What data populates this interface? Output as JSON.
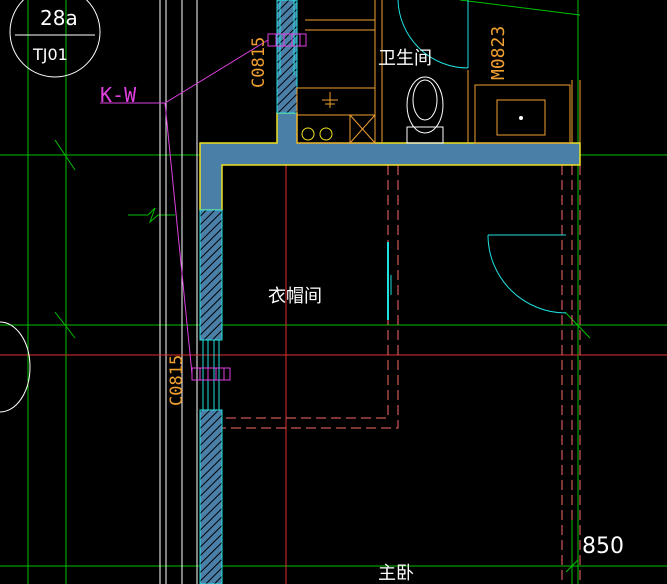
{
  "grid_bubble": {
    "number": "28a"
  },
  "labels": {
    "tj01": "TJ01",
    "kw": "K-W",
    "bathroom": "卫生间",
    "door_code": "M0823",
    "cloakroom": "衣帽间",
    "master_bedroom": "主卧",
    "dimension": "850",
    "window_code_top": "C0815",
    "window_code_left": "C0815"
  },
  "colors": {
    "background": "#000000",
    "wall_fill": "#4a7fa8",
    "wall_outline": "#f0e020",
    "grid_line": "#00c000",
    "axis_red": "#e03030",
    "partition_red": "#ff6a6a",
    "fixture_orange": "#f0a030",
    "door_cyan": "#20e0e0",
    "tag_magenta": "#e040e0",
    "white": "#ffffff"
  }
}
